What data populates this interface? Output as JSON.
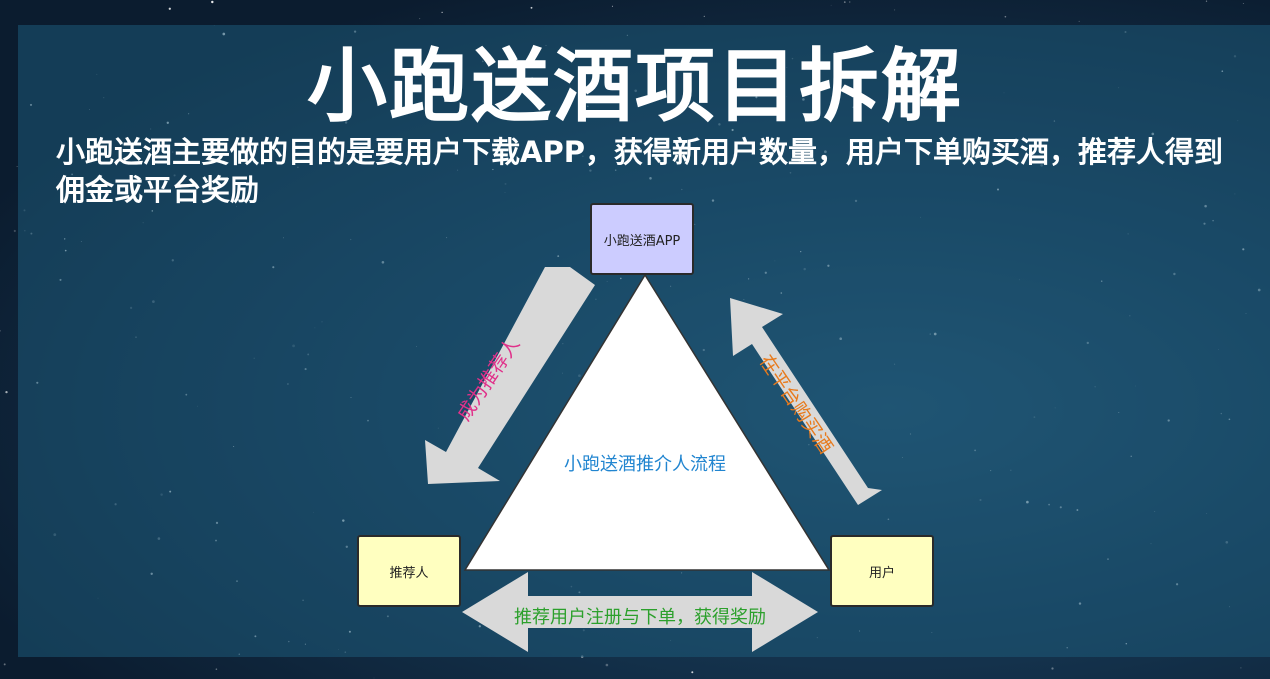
{
  "slide": {
    "title": "小跑送酒项目拆解",
    "subtitle": "小跑送酒主要做的目的是要用户下载APP，获得新用户数量，用户下单购买酒，推荐人得到佣金或平台奖励"
  },
  "diagram": {
    "center_label": "小跑送酒推介人流程",
    "nodes": {
      "app": "小跑送酒APP",
      "referrer": "推荐人",
      "user": "用户"
    },
    "edges": {
      "app_to_referrer": "成为推荐人",
      "user_to_app": "在平台购买酒",
      "referrer_user": "推荐用户注册与下单，获得奖励"
    },
    "colors": {
      "app_node": "#ccccff",
      "person_node": "#ffffc0",
      "arrow": "#d9d9d9",
      "center_text": "#2185d0",
      "left_label": "#e0318a",
      "right_label": "#e87a1c",
      "bottom_label": "#2ca02c"
    }
  }
}
